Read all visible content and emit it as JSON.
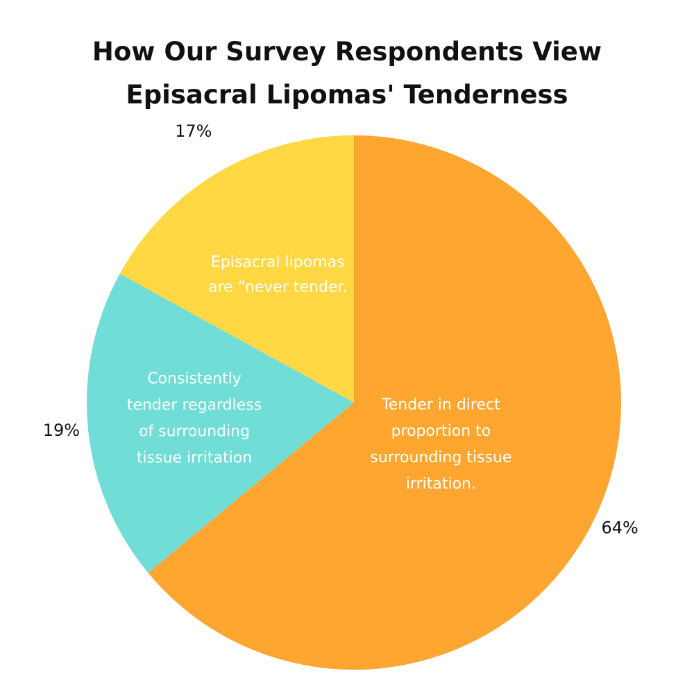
{
  "chart_data": {
    "type": "pie",
    "title_lines": [
      "How Our Survey Respondents View",
      "Episacral Lipomas' Tenderness"
    ],
    "slices": [
      {
        "label_lines": [
          "Tender in direct",
          "proportion to",
          "surrounding tissue",
          "irritation."
        ],
        "value": 64,
        "percent_label": "64%",
        "color": "#FFA630"
      },
      {
        "label_lines": [
          "Consistently",
          "tender regardless",
          "of surrounding",
          "tissue irritation"
        ],
        "value": 19,
        "percent_label": "19%",
        "color": "#70DDD7"
      },
      {
        "label_lines": [
          "Episacral lipomas",
          "are “never tender."
        ],
        "value": 17,
        "percent_label": "17%",
        "color": "#FFD844"
      }
    ]
  }
}
